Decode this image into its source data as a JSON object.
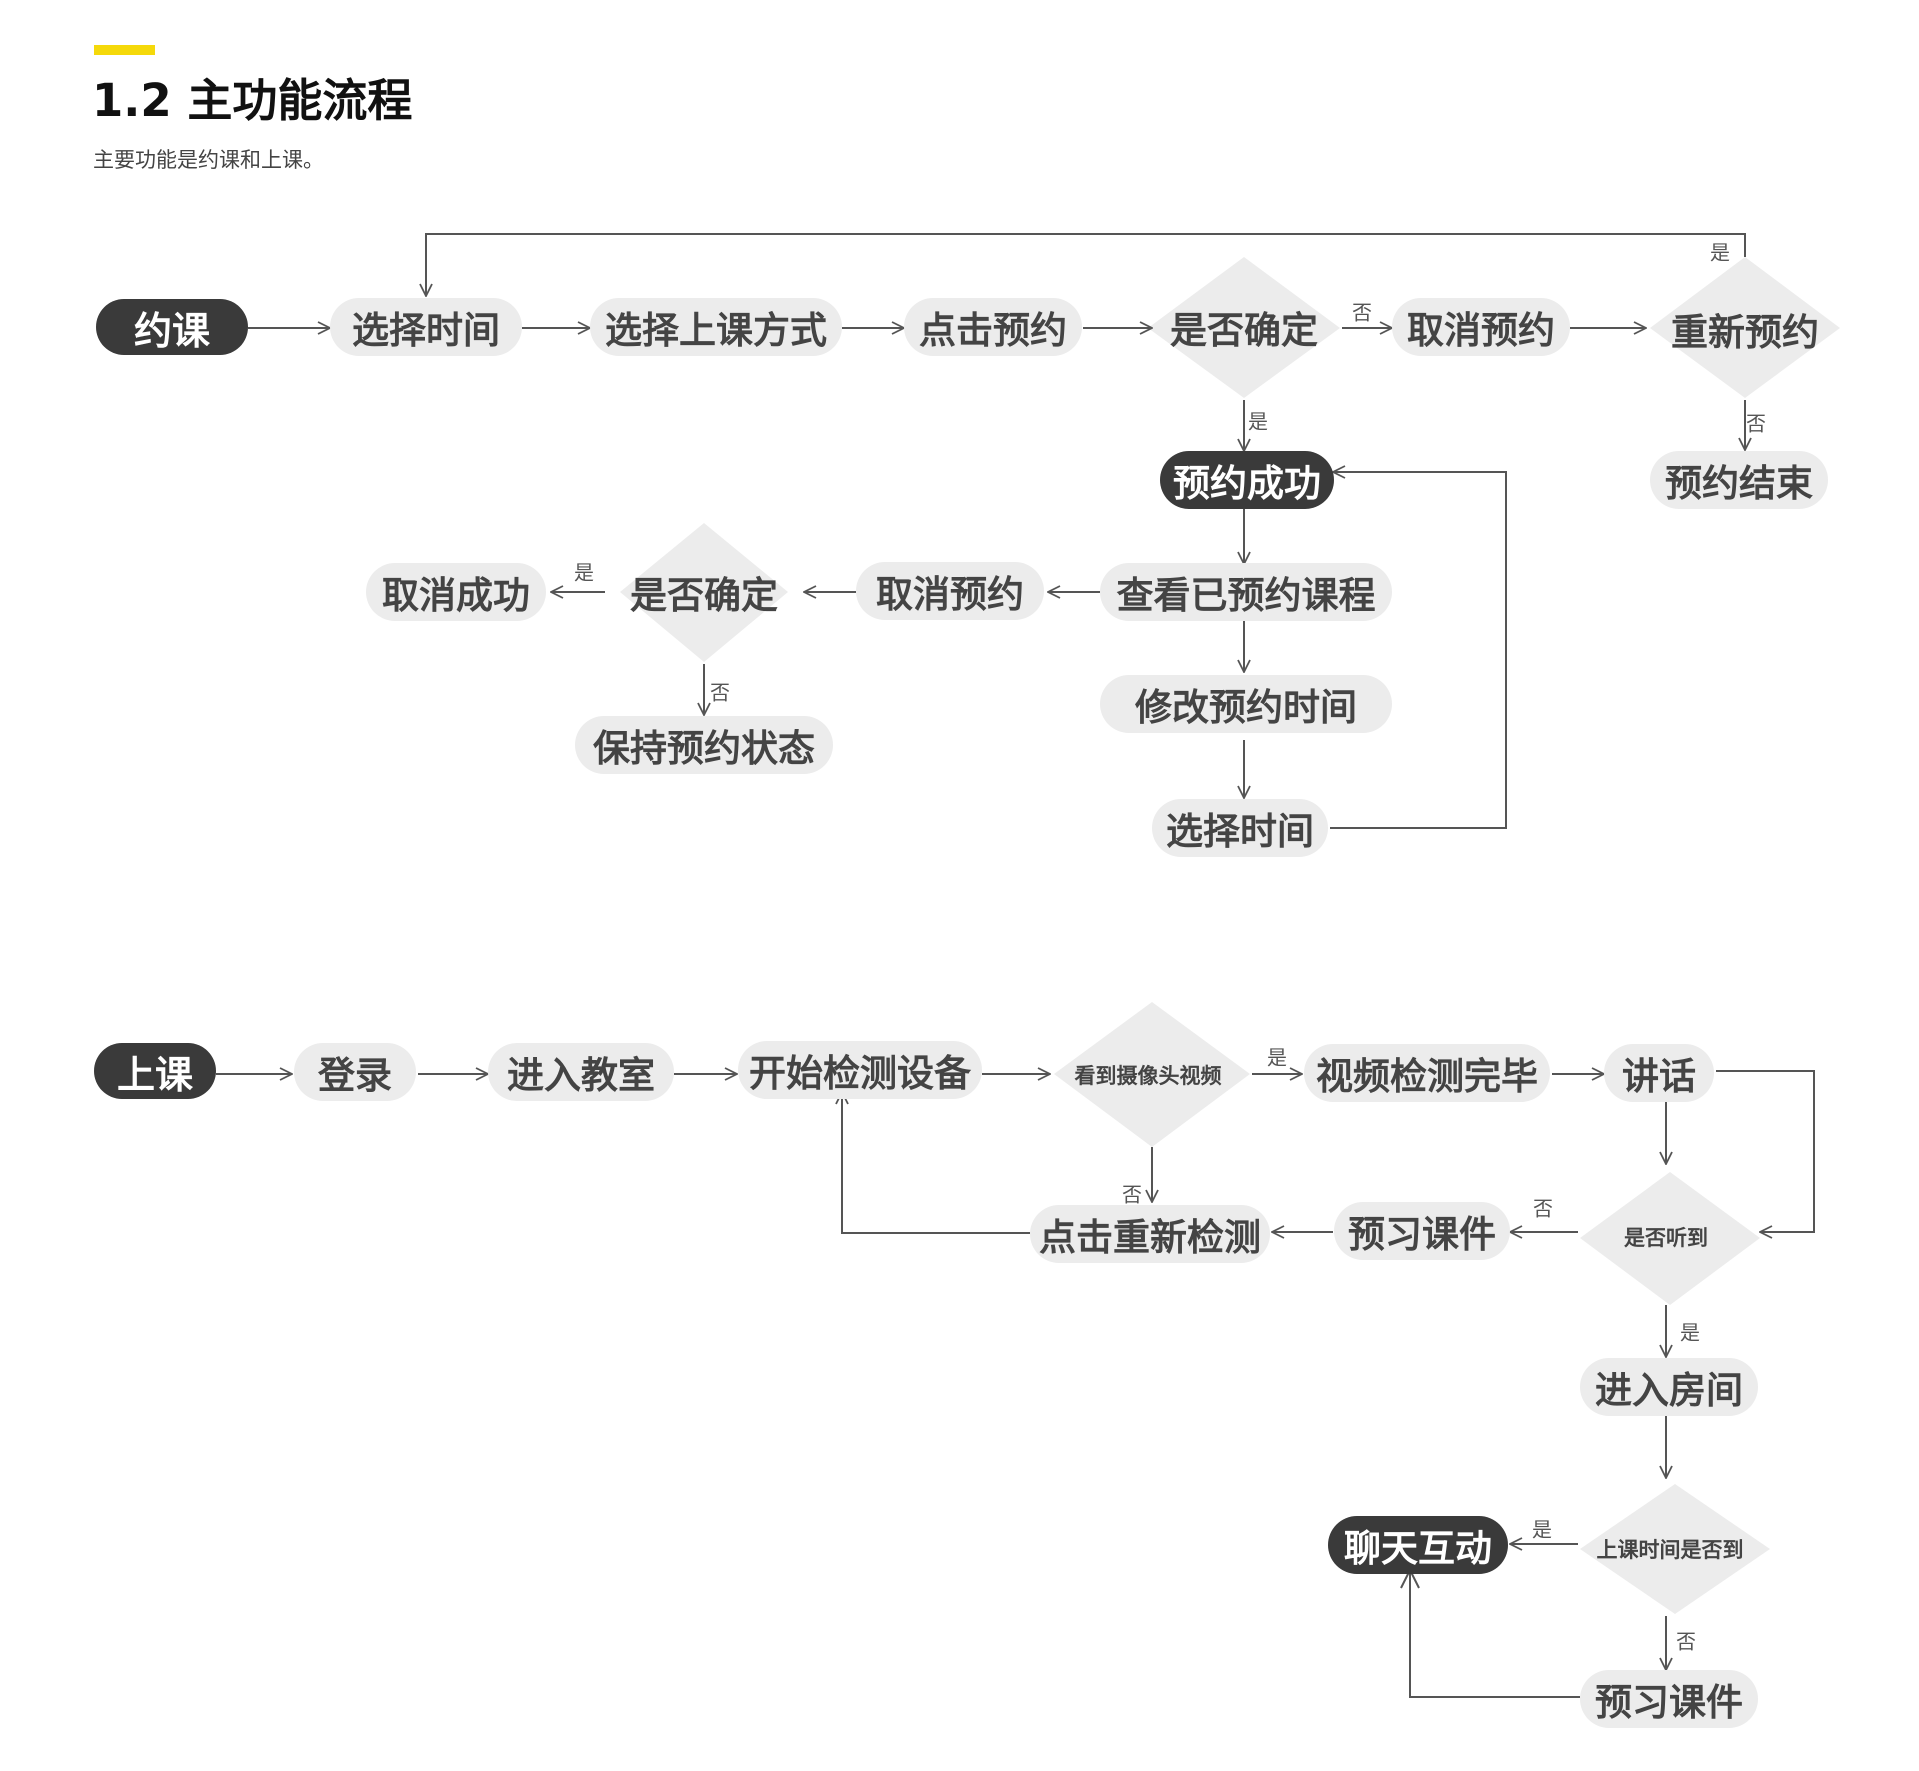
{
  "header": {
    "title": "1.2 主功能流程",
    "subtitle": "主要功能是约课和上课。"
  },
  "colors": {
    "accent": "#f5d90a",
    "node_fill": "#ececec",
    "node_dark": "#3a3a3a",
    "line": "#555555"
  },
  "nodes": {
    "yueke": "约课",
    "choose_time_1": "选择时间",
    "choose_mode": "选择上课方式",
    "click_book": "点击预约",
    "confirm_1": "是否确定",
    "cancel_book_1": "取消预约",
    "rebook": "重新预约",
    "book_end": "预约结束",
    "book_success": "预约成功",
    "view_booked": "查看已预约课程",
    "cancel_book_2": "取消预约",
    "confirm_2": "是否确定",
    "cancel_success": "取消成功",
    "keep_status": "保持预约状态",
    "modify_time": "修改预约时间",
    "choose_time_2": "选择时间",
    "shangke": "上课",
    "login": "登录",
    "enter_classroom": "进入教室",
    "start_check": "开始检测设备",
    "see_camera": "看到摄像头视频",
    "video_done": "视频检测完毕",
    "speak": "讲话",
    "heard": "是否听到",
    "preview_1": "预习课件",
    "recheck": "点击重新检测",
    "enter_room": "进入房间",
    "time_reached": "上课时间是否到",
    "chat": "聊天互动",
    "preview_2": "预习课件"
  },
  "edge_labels": {
    "yes_rebook_loop": "是",
    "no_confirm_1": "否",
    "yes_confirm_1": "是",
    "no_rebook": "否",
    "yes_confirm_2": "是",
    "no_confirm_2": "否",
    "yes_camera": "是",
    "no_camera": "否",
    "no_heard": "否",
    "yes_heard": "是",
    "yes_time": "是",
    "no_time": "否"
  }
}
